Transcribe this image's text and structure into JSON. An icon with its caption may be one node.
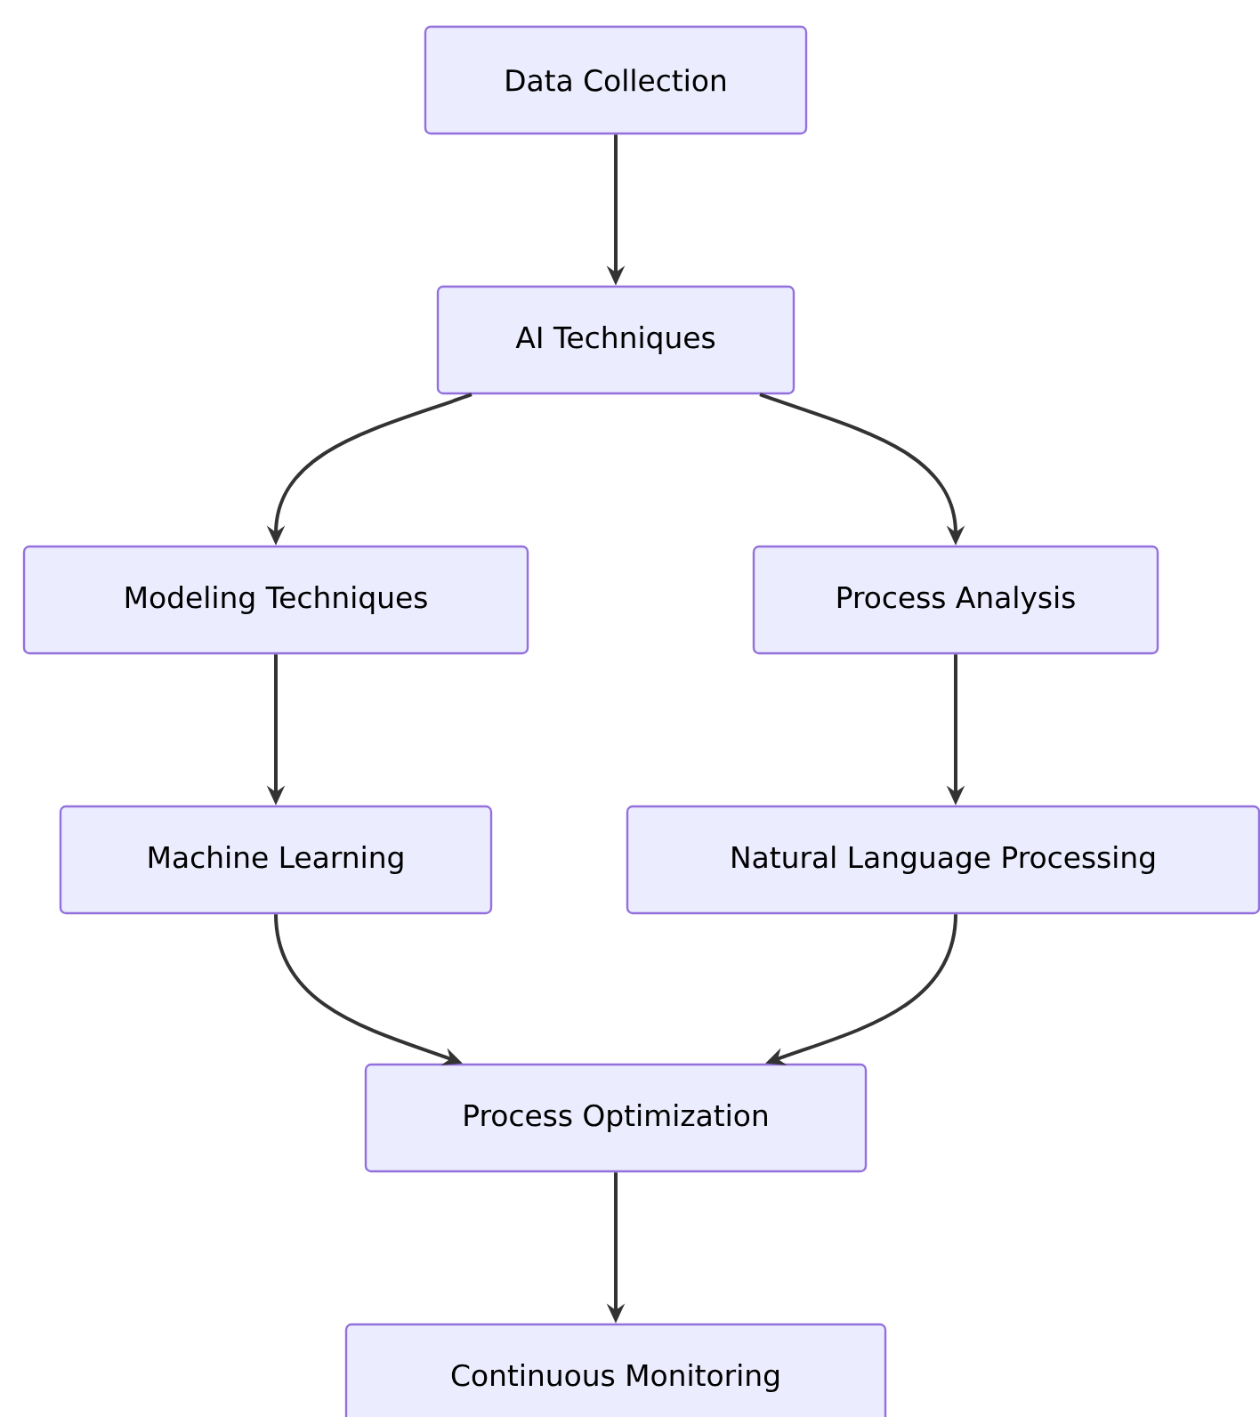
{
  "diagram": {
    "nodes": [
      {
        "text": [
          "Data Collection"
        ]
      },
      {
        "text": [
          "AI Techniques"
        ]
      },
      {
        "text": [
          "Modeling Techniques"
        ]
      },
      {
        "text": [
          "Process Analysis"
        ]
      },
      {
        "text": [
          "Machine Learning"
        ]
      },
      {
        "text": [
          "Natural Language Processing"
        ]
      },
      {
        "text": [
          "Process Optimization"
        ]
      },
      {
        "text": [
          "Continuous Monitoring"
        ]
      }
    ],
    "edges": [
      {
        "from": 0,
        "to": 1,
        "arrow": "to"
      },
      {
        "from": 1,
        "to": 2,
        "arrow": "to"
      },
      {
        "from": 1,
        "to": 3,
        "arrow": "to"
      },
      {
        "from": 2,
        "to": 4,
        "arrow": "to"
      },
      {
        "from": 3,
        "to": 5,
        "arrow": "to"
      },
      {
        "from": 4,
        "to": 6,
        "arrow": "to"
      },
      {
        "from": 5,
        "to": 6,
        "arrow": "to"
      },
      {
        "from": 6,
        "to": 7,
        "arrow": "to"
      }
    ]
  }
}
